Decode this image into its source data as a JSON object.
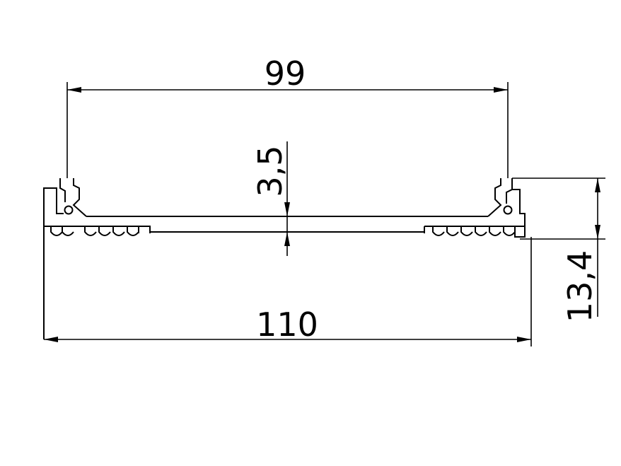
{
  "drawing": {
    "dimensions": {
      "inner_width": "99",
      "base_thickness": "3,5",
      "overall_height": "13,4",
      "overall_width": "110"
    }
  }
}
